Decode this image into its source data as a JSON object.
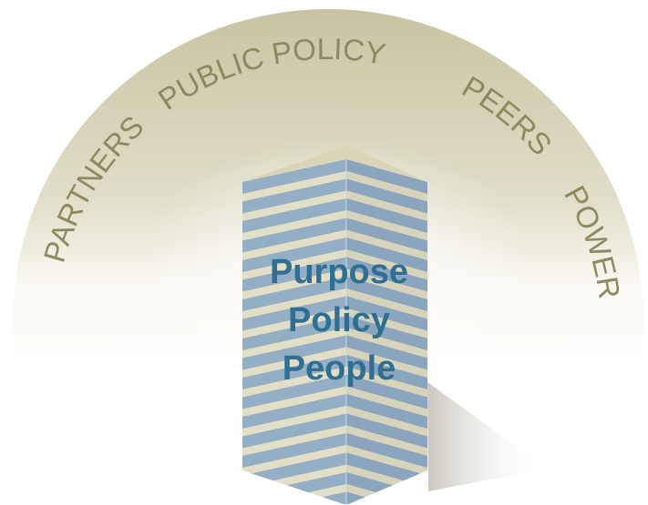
{
  "arc_labels": {
    "partners": "PARTNERS",
    "public_policy": "PUBLIC POLICY",
    "peers": "PEERS",
    "power": "POWER"
  },
  "core_labels": [
    "Purpose",
    "Policy",
    "People"
  ],
  "colors": {
    "dome_top": "#c9c5a4",
    "dome_bottom": "#ffffff",
    "arc_text": "#8d8a5f",
    "core_text": "#2e6f92",
    "stripe_blue": "#94aec5",
    "stripe_cream": "#e2dfc6",
    "top_face": "#d9d5b6"
  },
  "icon": "striped-pillar"
}
